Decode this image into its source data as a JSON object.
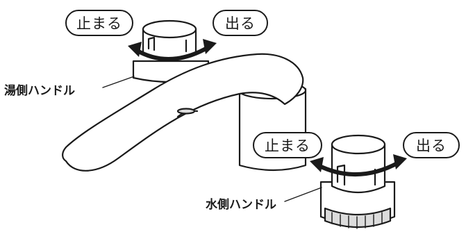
{
  "labels": {
    "hot_handle": "湯側ハンドル",
    "cold_handle": "水側ハンドル"
  },
  "hot_directions": {
    "stop": "止まる",
    "flow": "出る"
  },
  "cold_directions": {
    "stop": "止まる",
    "flow": "出る"
  },
  "colors": {
    "line": "#1a1a1a",
    "fill": "#ffffff",
    "shade": "#dcdcdc"
  }
}
